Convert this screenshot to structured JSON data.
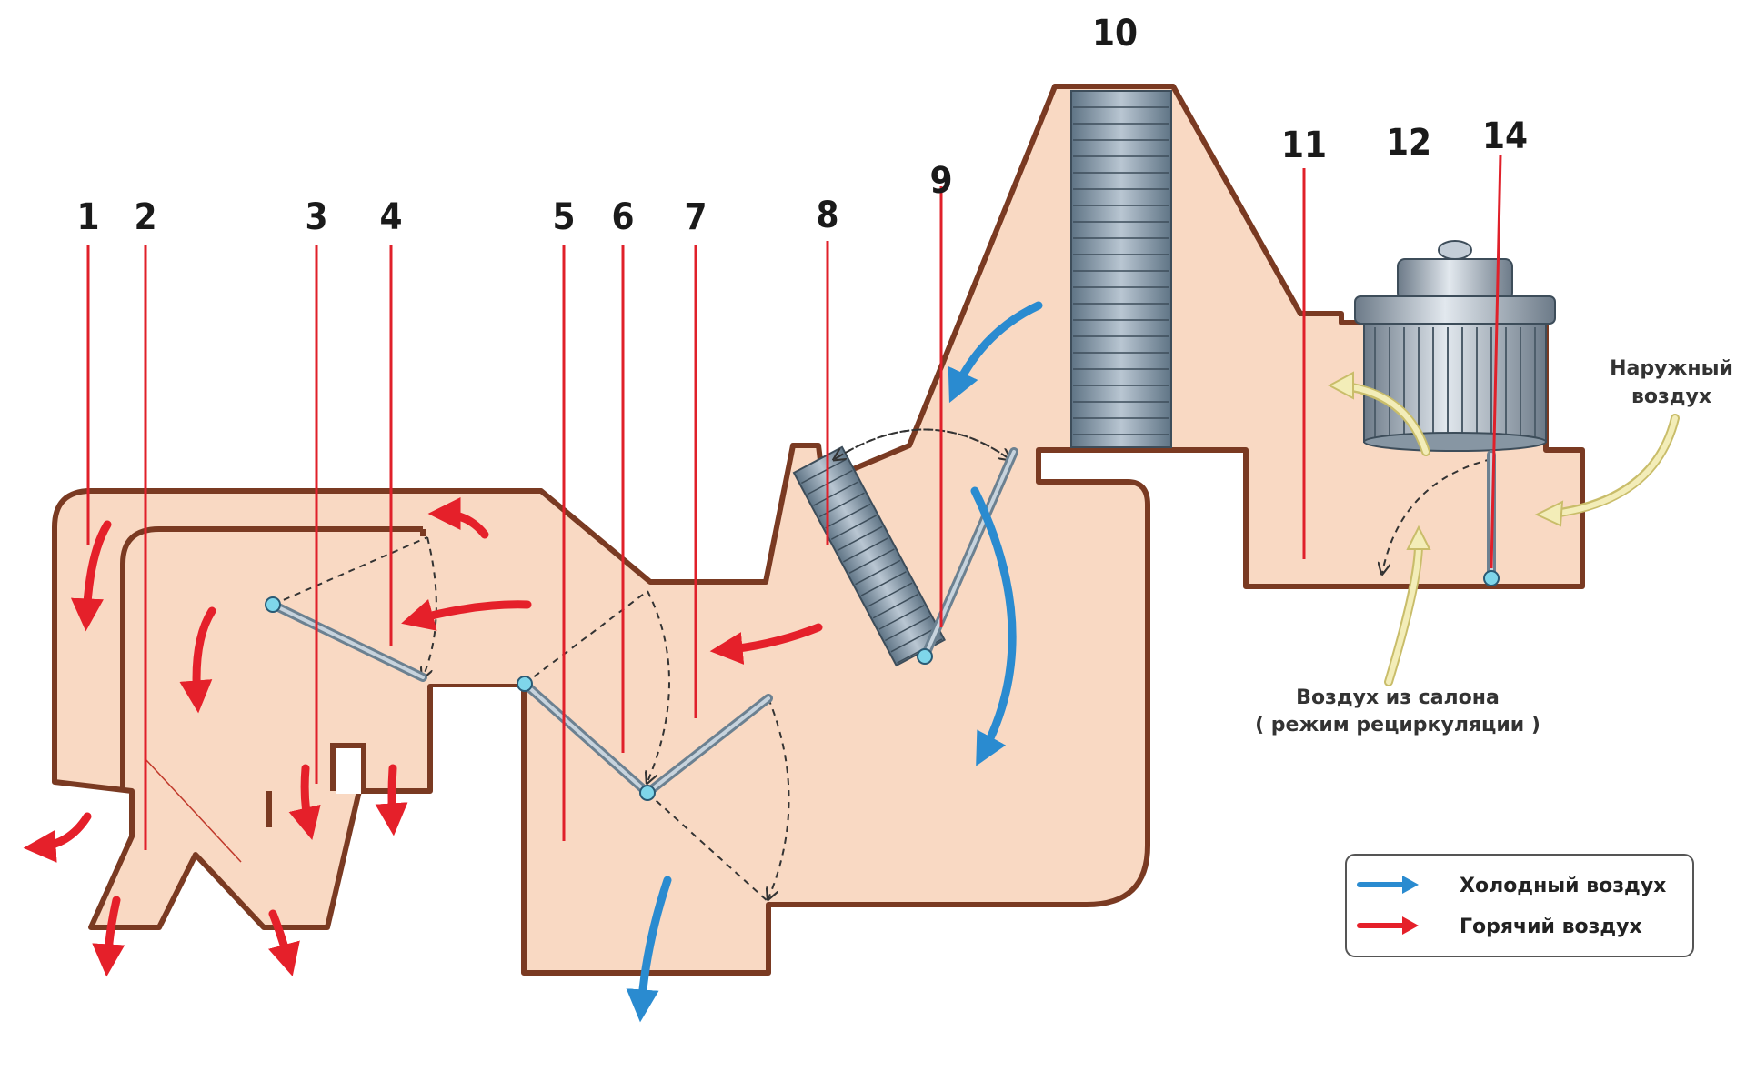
{
  "diagram": {
    "labels": {
      "n1": "1",
      "n2": "2",
      "n3": "3",
      "n4": "4",
      "n5": "5",
      "n6": "6",
      "n7": "7",
      "n8": "8",
      "n9": "9",
      "n10": "10",
      "n11": "11",
      "n12": "12",
      "n14": "14"
    },
    "outside_air": {
      "line1": "Наружный",
      "line2": "воздух"
    },
    "cabin_air": {
      "line1": "Воздух из салона",
      "line2": "( режим рециркуляции )"
    },
    "legend": {
      "cold": "Холодный воздух",
      "hot": "Горячий воздух"
    },
    "colors": {
      "body_fill": "#f9d9c3",
      "outline": "#7a3a22",
      "hot_arrow": "#e5202a",
      "cold_arrow": "#2a8bd0",
      "intake_arrow": "#f3edb8",
      "label_line": "#e0202a"
    }
  }
}
